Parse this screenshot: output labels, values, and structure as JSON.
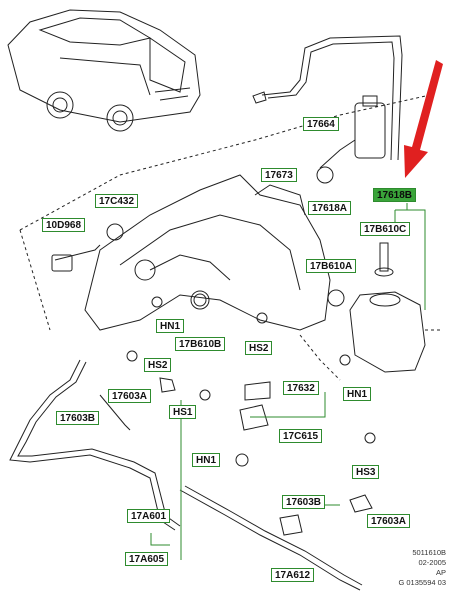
{
  "labels": {
    "l17664": "17664",
    "l17673": "17673",
    "l17618B": "17618B",
    "l17C432": "17C432",
    "l17618A": "17618A",
    "l10D968": "10D968",
    "l17B610C": "17B610C",
    "l17B610A": "17B610A",
    "lHN1a": "HN1",
    "l17B610B": "17B610B",
    "lHS2a": "HS2",
    "lHS2b": "HS2",
    "lHN1b": "HN1",
    "l17603Aa": "17603A",
    "l17632": "17632",
    "lHS1": "HS1",
    "l17603Ba": "17603B",
    "l17C615": "17C615",
    "lHS3": "HS3",
    "lHN1c": "HN1",
    "l17A601": "17A601",
    "l17603Bb": "17603B",
    "l17603Ab": "17603A",
    "l17A605": "17A605",
    "l17A612": "17A612"
  },
  "footer": {
    "line1": "5011610B",
    "line2": "02-2005",
    "line3": "AP",
    "line4": "G 0135594 03"
  },
  "colors": {
    "label_border": "#2e8b2e",
    "highlight": "#3aa43a",
    "arrow": "#e02020"
  }
}
